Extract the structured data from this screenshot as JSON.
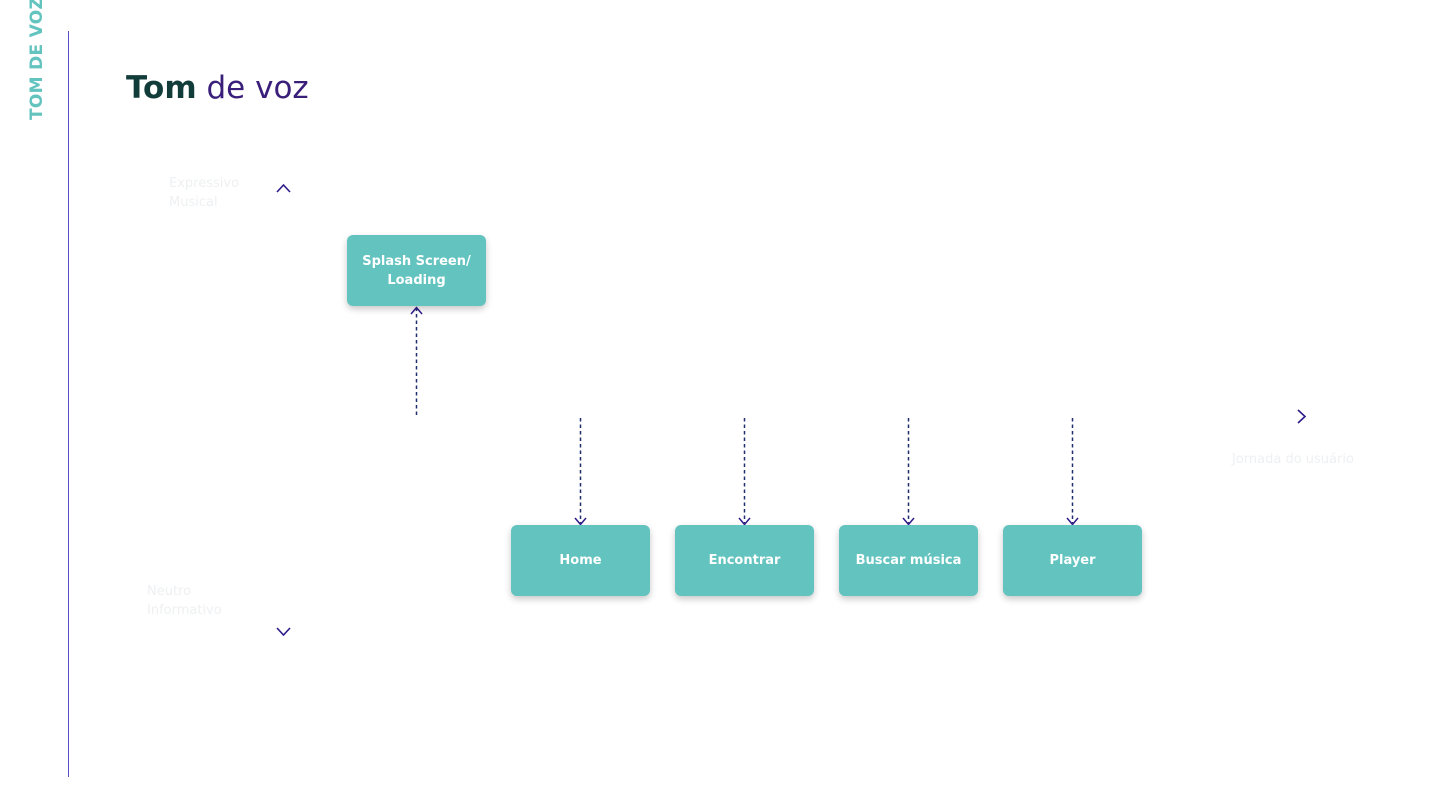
{
  "sidebar": {
    "section_label": "TOM DE VOZ"
  },
  "header": {
    "title_bold": "Tom",
    "title_light": "de voz"
  },
  "diagram": {
    "axis_labels": {
      "top": "Expressivo\nMusical",
      "bottom": "Neutro\nInformativo",
      "right": "Jornada do usuário"
    },
    "nodes": [
      {
        "id": "splash",
        "label": "Splash Screen/ Loading",
        "position": "above"
      },
      {
        "id": "home",
        "label": "Home",
        "position": "below"
      },
      {
        "id": "encontrar",
        "label": "Encontrar",
        "position": "below"
      },
      {
        "id": "buscar",
        "label": "Buscar música",
        "position": "below"
      },
      {
        "id": "player",
        "label": "Player",
        "position": "below"
      }
    ]
  },
  "colors": {
    "teal": "#62c3bf",
    "indigo": "#2e1a8a",
    "divider": "#5b4fc9",
    "title_dark": "#123c3a",
    "title_light": "#3a1f7a"
  }
}
